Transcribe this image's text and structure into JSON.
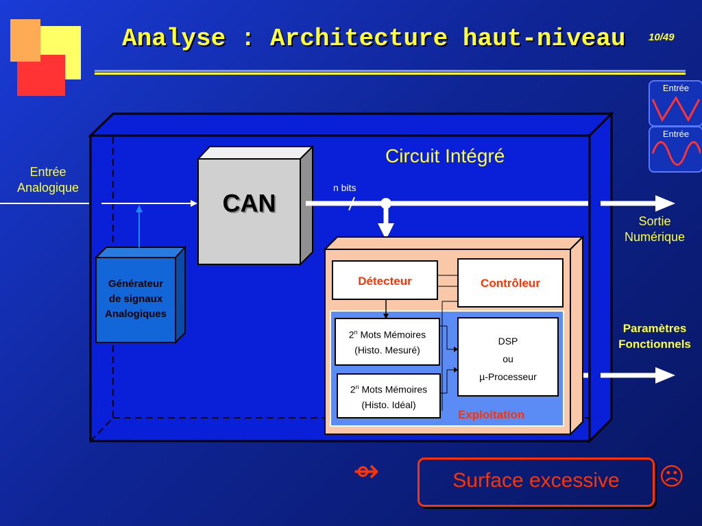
{
  "slide": {
    "title": "Analyse : Architecture haut-niveau",
    "page_number": "10/49"
  },
  "legend": {
    "top_label": "Entrée",
    "bottom_label": "Entrée",
    "top_wave_color": "#ff3333",
    "bottom_wave_color": "#ff3333"
  },
  "diagram": {
    "circuit_label": "Circuit Intégré",
    "input_label_line1": "Entrée",
    "input_label_line2": "Analogique",
    "can_label": "CAN",
    "nbits_label": "n bits",
    "generator_line1": "Générateur",
    "generator_line2": "de signaux",
    "generator_line3": "Analogiques",
    "output_label_line1": "Sortie",
    "output_label_line2": "Numérique",
    "params_line1": "Paramètres",
    "params_line2": "Fonctionnels",
    "detector_label": "Détecteur",
    "controller_label": "Contrôleur",
    "mem1_line1_base": "2",
    "mem1_line1_sup": "n",
    "mem1_line1_rest": " Mots Mémoires",
    "mem1_line2": "(Histo. Mesuré)",
    "mem2_line1_base": "2",
    "mem2_line1_sup": "n",
    "mem2_line1_rest": " Mots Mémoires",
    "mem2_line2": "(Histo. Idéal)",
    "dsp_line1": "DSP",
    "dsp_line2": "ou",
    "dsp_line3": "µ-Processeur",
    "exploitation_label": "Exploitation"
  },
  "footer": {
    "arrow_symbol": "⇴",
    "surface_label": "Surface excessive",
    "frown_symbol": "☹"
  },
  "colors": {
    "title_yellow": "#ffff33",
    "accent_red": "#ff3300",
    "chip_blue": "#0a1fd8",
    "exploitation_bg": "#f8c8a8"
  }
}
